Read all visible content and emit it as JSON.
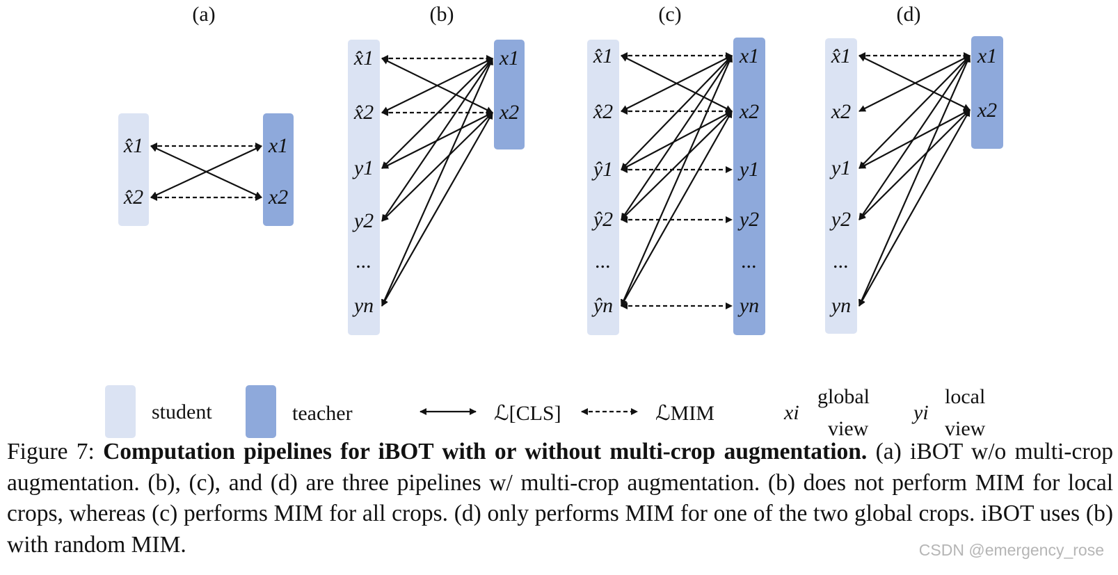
{
  "colors": {
    "student": "#dbe3f3",
    "teacher": "#8ea9db",
    "arrow": "#111111"
  },
  "panels": [
    {
      "label": "(a)",
      "student": [
        "x̂1",
        "x̂2"
      ],
      "teacher": [
        "x1",
        "x2"
      ]
    },
    {
      "label": "(b)",
      "student": [
        "x̂1",
        "x̂2",
        "y1",
        "y2",
        "...",
        "yn"
      ],
      "teacher": [
        "x1",
        "x2"
      ]
    },
    {
      "label": "(c)",
      "student": [
        "x̂1",
        "x̂2",
        "ŷ1",
        "ŷ2",
        "...",
        "ŷn"
      ],
      "teacher": [
        "x1",
        "x2",
        "y1",
        "y2",
        "...",
        "yn"
      ]
    },
    {
      "label": "(d)",
      "student": [
        "x̂1",
        "x2",
        "y1",
        "y2",
        "...",
        "yn"
      ],
      "teacher": [
        "x1",
        "x2"
      ]
    }
  ],
  "legend": {
    "student": "student",
    "teacher": "teacher",
    "cls_loss": "ℒ[CLS]",
    "mim_loss": "ℒMIM",
    "global_symbol": "xi",
    "global_line1": "global",
    "global_line2": "view",
    "local_symbol": "yi",
    "local_line1": "local",
    "local_line2": "view"
  },
  "caption": {
    "prefix": "Figure 7: ",
    "bold": "Computation pipelines for iBOT with or without multi-crop augmentation.",
    "rest": " (a) iBOT w/o multi-crop augmentation. (b), (c), and (d) are three pipelines w/ multi-crop augmentation. (b) does not perform MIM for local crops, whereas (c) performs MIM for all crops. (d) only performs MIM for one of the two global crops. iBOT uses (b) with random MIM."
  },
  "watermark": "CSDN @emergency_rose"
}
